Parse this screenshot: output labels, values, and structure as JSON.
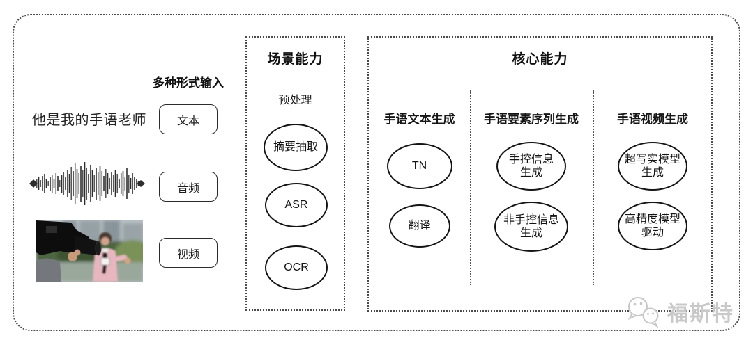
{
  "input": {
    "title": "多种形式输入",
    "text_example": "他是我的手语老师",
    "types": [
      {
        "label": "文本"
      },
      {
        "label": "音频"
      },
      {
        "label": "视频"
      }
    ]
  },
  "scene": {
    "title": "场景能力",
    "subtitle": "预处理",
    "nodes": [
      {
        "label": "摘要抽取"
      },
      {
        "label": "ASR"
      },
      {
        "label": "OCR"
      }
    ]
  },
  "core": {
    "title": "核心能力",
    "columns": [
      {
        "header": "手语文本生成",
        "nodes": [
          {
            "label": "TN"
          },
          {
            "label": "翻译"
          }
        ]
      },
      {
        "header": "手语要素序列生成",
        "nodes": [
          {
            "label": "手控信息\n生成"
          },
          {
            "label": "非手控信息\n生成"
          }
        ]
      },
      {
        "header": "手语视频生成",
        "nodes": [
          {
            "label": "超写实模型\n生成"
          },
          {
            "label": "高精度模型\n驱动"
          }
        ]
      }
    ]
  },
  "watermark": {
    "text": "福斯特",
    "icon": "chat-bubbles-icon"
  },
  "colors": {
    "frame_dotted": "#4a4a4a",
    "ellipse_stroke": "#141414",
    "text": "#1a1a1a",
    "watermark": "#c9c9c9"
  }
}
